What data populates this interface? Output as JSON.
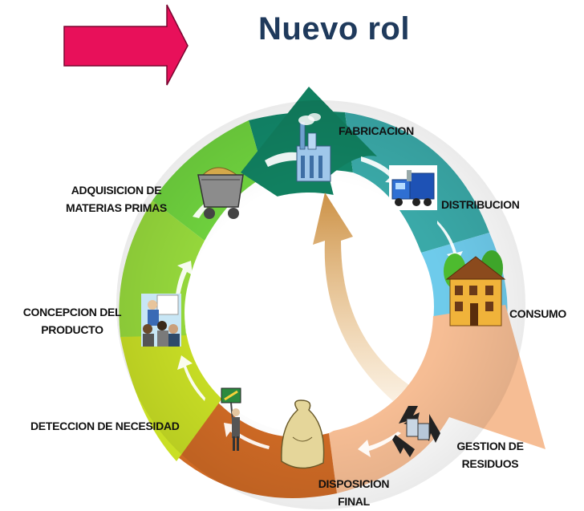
{
  "title": "Nuevo rol",
  "colors": {
    "pointer_arrow": "#e8105a",
    "segment_green_dark": "#0e7a5a",
    "segment_blue": "#5bc2e8",
    "segment_peach": "#f4b48a",
    "segment_brown": "#c8601e",
    "segment_yellow_green": "#c8e01e",
    "segment_green": "#7ad63a",
    "inner_arrow": "#d9a04a",
    "title_color": "#1f3a5c"
  },
  "stages": [
    {
      "id": "fabricacion",
      "lines": [
        "FABRICACION"
      ],
      "icon": "factory-icon"
    },
    {
      "id": "distribucion",
      "lines": [
        "DISTRIBUCION"
      ],
      "icon": "truck-icon"
    },
    {
      "id": "consumo",
      "lines": [
        "CONSUMO"
      ],
      "icon": "house-icon"
    },
    {
      "id": "gestion",
      "lines": [
        "GESTION DE",
        "RESIDUOS"
      ],
      "icon": "recycle-icon"
    },
    {
      "id": "disposicion",
      "lines": [
        "DISPOSICION",
        "FINAL"
      ],
      "icon": "garbage-bag-icon"
    },
    {
      "id": "deteccion",
      "lines": [
        "DETECCION DE NECESIDAD"
      ],
      "icon": "person-with-sign-icon"
    },
    {
      "id": "concepcion",
      "lines": [
        "CONCEPCION DEL",
        "PRODUCTO"
      ],
      "icon": "meeting-icon"
    },
    {
      "id": "adquisicion",
      "lines": [
        "ADQUISICION DE",
        "MATERIAS PRIMAS"
      ],
      "icon": "mine-cart-icon"
    }
  ]
}
